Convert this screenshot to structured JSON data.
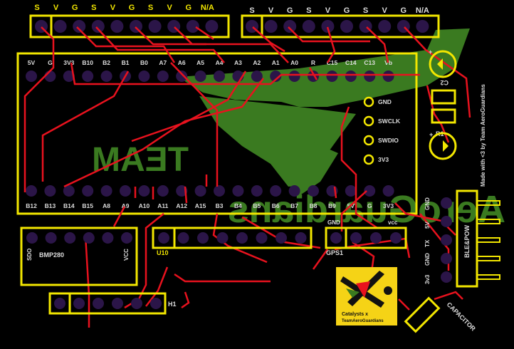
{
  "colors": {
    "background": "#000000",
    "silkscreen": "#f2e600",
    "trace": "#e8121e",
    "pad": "#2b1548",
    "logo": "#3a7a20",
    "white_text": "#dcdcdc"
  },
  "headers": {
    "top_left_labels": [
      "S",
      "V",
      "G",
      "S",
      "V",
      "G",
      "S",
      "V",
      "G",
      "N/A"
    ],
    "top_right_labels": [
      "S",
      "V",
      "G",
      "S",
      "V",
      "G",
      "S",
      "V",
      "G",
      "N/A"
    ]
  },
  "mcu": {
    "top_pins": [
      "5V",
      "G",
      "3V3",
      "B10",
      "B2",
      "B1",
      "B0",
      "A7",
      "A6",
      "A5",
      "A4",
      "A3",
      "A2",
      "A1",
      "A0",
      "R",
      "C15",
      "C14",
      "C13",
      "Vb"
    ],
    "bottom_pins": [
      "B12",
      "B13",
      "B14",
      "B15",
      "A8",
      "A9",
      "A10",
      "A11",
      "A12",
      "A15",
      "B3",
      "B4",
      "B5",
      "B6",
      "B7",
      "B8",
      "B9",
      "5V",
      "G",
      "3V3"
    ],
    "debug_pins": [
      "GND",
      "SWCLK",
      "SWDIO",
      "3V3"
    ]
  },
  "logo": {
    "mirrored_word": "TEAM",
    "mirrored_name": "AeroGuardians"
  },
  "components": {
    "sensor_name": "BMP280",
    "sensor_pin_sdo": "SDO",
    "sensor_pin_vcc": "VCC",
    "u10": "U10",
    "gps": "GPS1",
    "gps_gnd": "GND",
    "gps_vcc": "vcc",
    "h1": "H1",
    "c2": "C2",
    "r1": "R1",
    "ble_power": "BLE&POW",
    "ble_pins": [
      "GND",
      "5V",
      "TX",
      "GND",
      "3v3"
    ],
    "capacitor": "CAPACITOR",
    "credit": "Made with <3 by Team AeroGuardians",
    "badge_line1": "Catalysts x",
    "badge_line2": "TeamAeroGuardians"
  }
}
